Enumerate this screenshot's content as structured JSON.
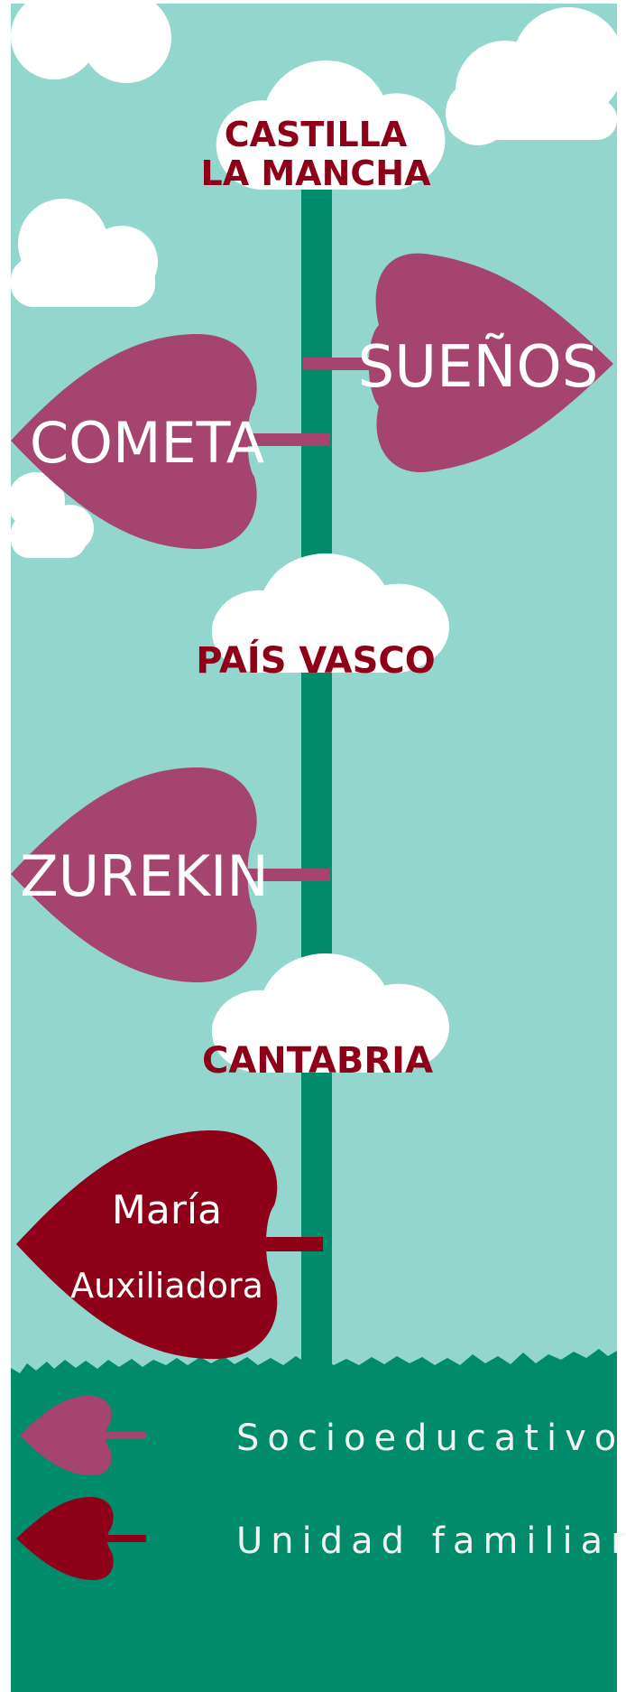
{
  "regions": [
    "CASTILLA",
    "LA MANCHA",
    "PAÍS VASCO",
    "CANTABRIA"
  ],
  "leaves": {
    "suenos": "SUEÑOS",
    "cometa": "COMETA",
    "zurekin": "ZUREKIN",
    "maria_line1": "María",
    "maria_line2": "Auxiliadora"
  },
  "legend": {
    "socio": "Socioeducativos",
    "familia": "Unidad familiar"
  },
  "colors": {
    "sky": "#93d6ce",
    "grass": "#008c6a",
    "socioeducativos_leaf": "#a64470",
    "unidad_familiar_leaf": "#8e0018",
    "region_text": "#8e0018",
    "cloud": "#ffffff"
  },
  "icons": [
    "cloud-icon",
    "heart-leaf-icon"
  ]
}
